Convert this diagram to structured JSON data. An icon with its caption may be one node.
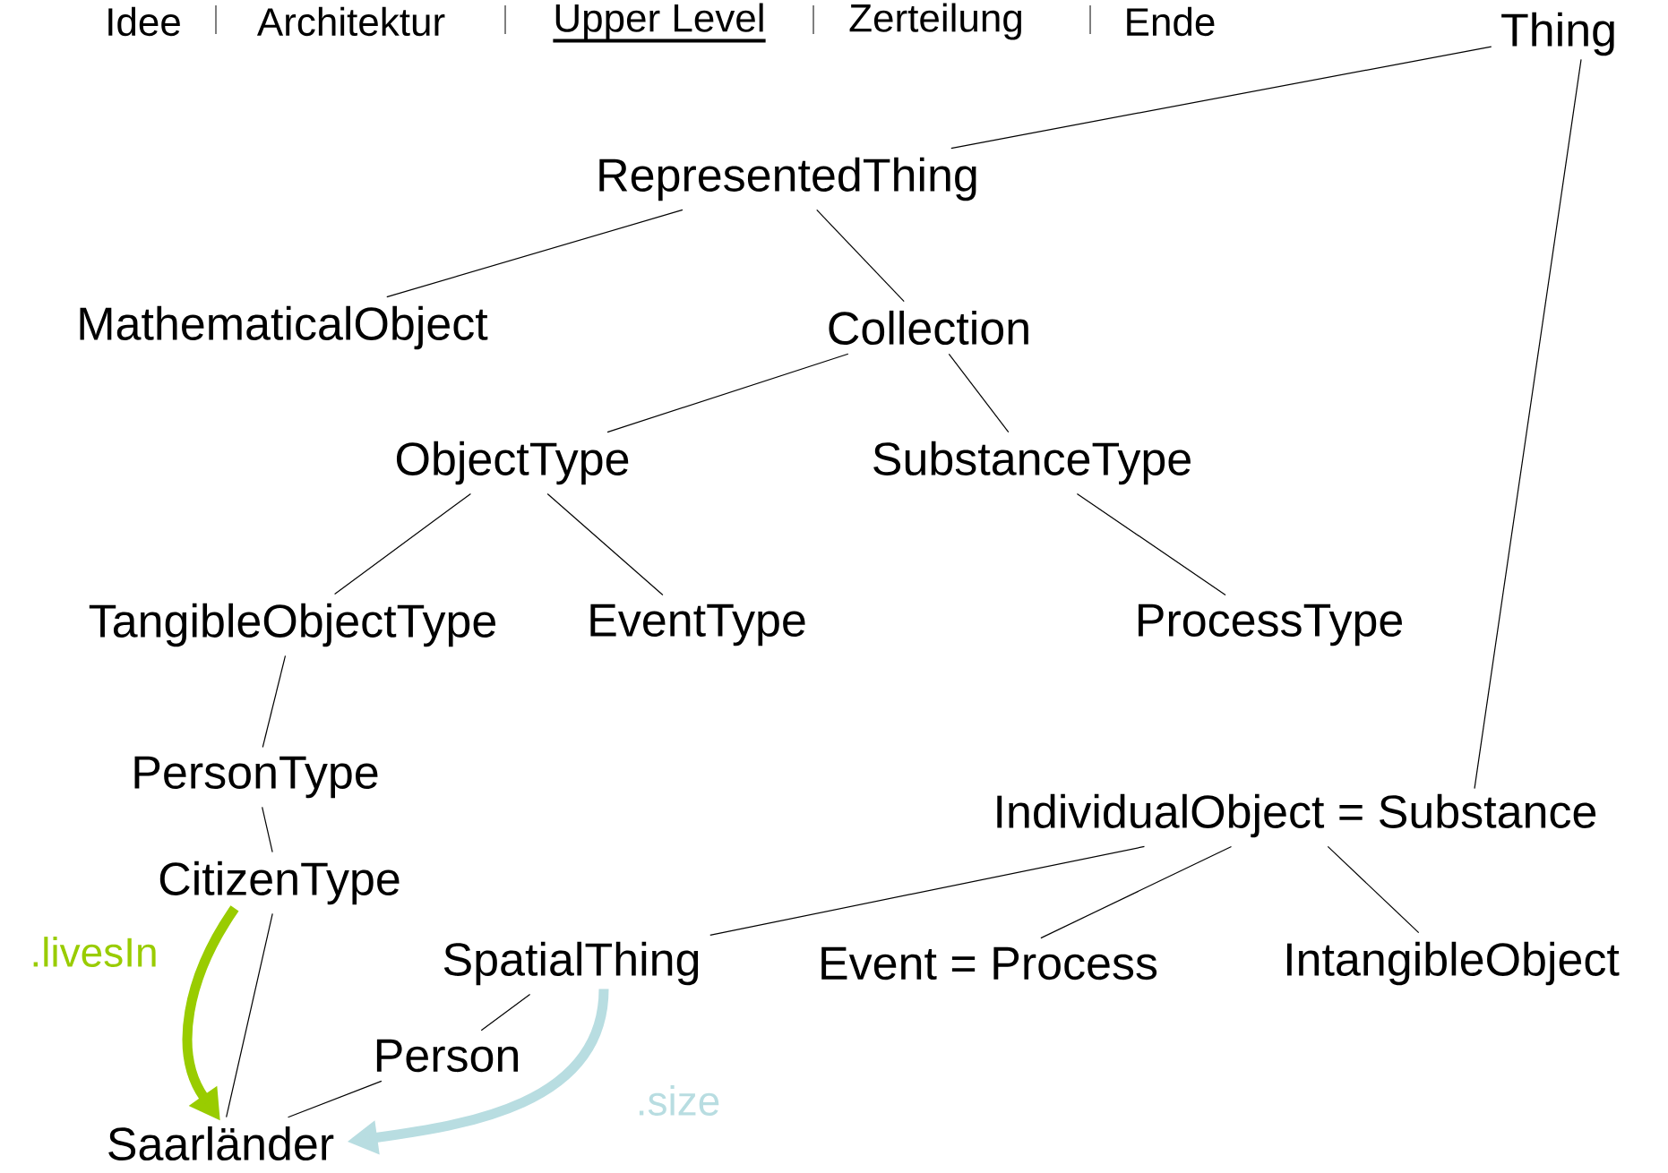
{
  "diagram": {
    "nodes": [
      {
        "text": [
          "Thing"
        ]
      },
      {
        "text": [
          "RepresentedThing"
        ]
      },
      {
        "text": [
          "MathematicalObject"
        ]
      },
      {
        "text": [
          "Collection"
        ]
      },
      {
        "text": [
          "ObjectType"
        ]
      },
      {
        "text": [
          "SubstanceType"
        ]
      },
      {
        "text": [
          "TangibleObjectType"
        ]
      },
      {
        "text": [
          "EventType"
        ]
      },
      {
        "text": [
          "ProcessType"
        ]
      },
      {
        "text": [
          "PersonType"
        ]
      },
      {
        "text": [
          "CitizenType"
        ]
      },
      {
        "text": [
          "IndividualObject = Substance"
        ]
      },
      {
        "text": [
          "SpatialThing"
        ]
      },
      {
        "text": [
          "Event = Process"
        ]
      },
      {
        "text": [
          "IntangibleObject"
        ]
      },
      {
        "text": [
          "Person"
        ]
      },
      {
        "text": [
          "Saarländer"
        ]
      }
    ],
    "edges": [
      {
        "from": 0,
        "to": 1,
        "arrow": "none"
      },
      {
        "from": 0,
        "to": 11,
        "arrow": "none"
      },
      {
        "from": 1,
        "to": 2,
        "arrow": "none"
      },
      {
        "from": 1,
        "to": 3,
        "arrow": "none"
      },
      {
        "from": 3,
        "to": 4,
        "arrow": "none"
      },
      {
        "from": 3,
        "to": 5,
        "arrow": "none"
      },
      {
        "from": 4,
        "to": 6,
        "arrow": "none"
      },
      {
        "from": 4,
        "to": 7,
        "arrow": "none"
      },
      {
        "from": 5,
        "to": 8,
        "arrow": "none"
      },
      {
        "from": 6,
        "to": 9,
        "arrow": "none"
      },
      {
        "from": 9,
        "to": 10,
        "arrow": "none"
      },
      {
        "from": 10,
        "to": 16,
        "arrow": "none"
      },
      {
        "from": 11,
        "to": 12,
        "arrow": "none"
      },
      {
        "from": 11,
        "to": 13,
        "arrow": "none"
      },
      {
        "from": 11,
        "to": 14,
        "arrow": "none"
      },
      {
        "from": 12,
        "to": 15,
        "arrow": "none"
      },
      {
        "from": 15,
        "to": 16,
        "arrow": "none"
      },
      {
        "from": 10,
        "to": 16,
        "arrow": "to",
        "label": ".livesIn",
        "style": "thick",
        "color": "#99cc00"
      },
      {
        "from": 12,
        "to": 16,
        "arrow": "to",
        "label": ".size",
        "style": "thick",
        "color": "#b8dde1"
      }
    ],
    "labels": [
      "Idee",
      "Architektur",
      "Upper Level",
      "Zerteilung",
      "Ende"
    ]
  }
}
